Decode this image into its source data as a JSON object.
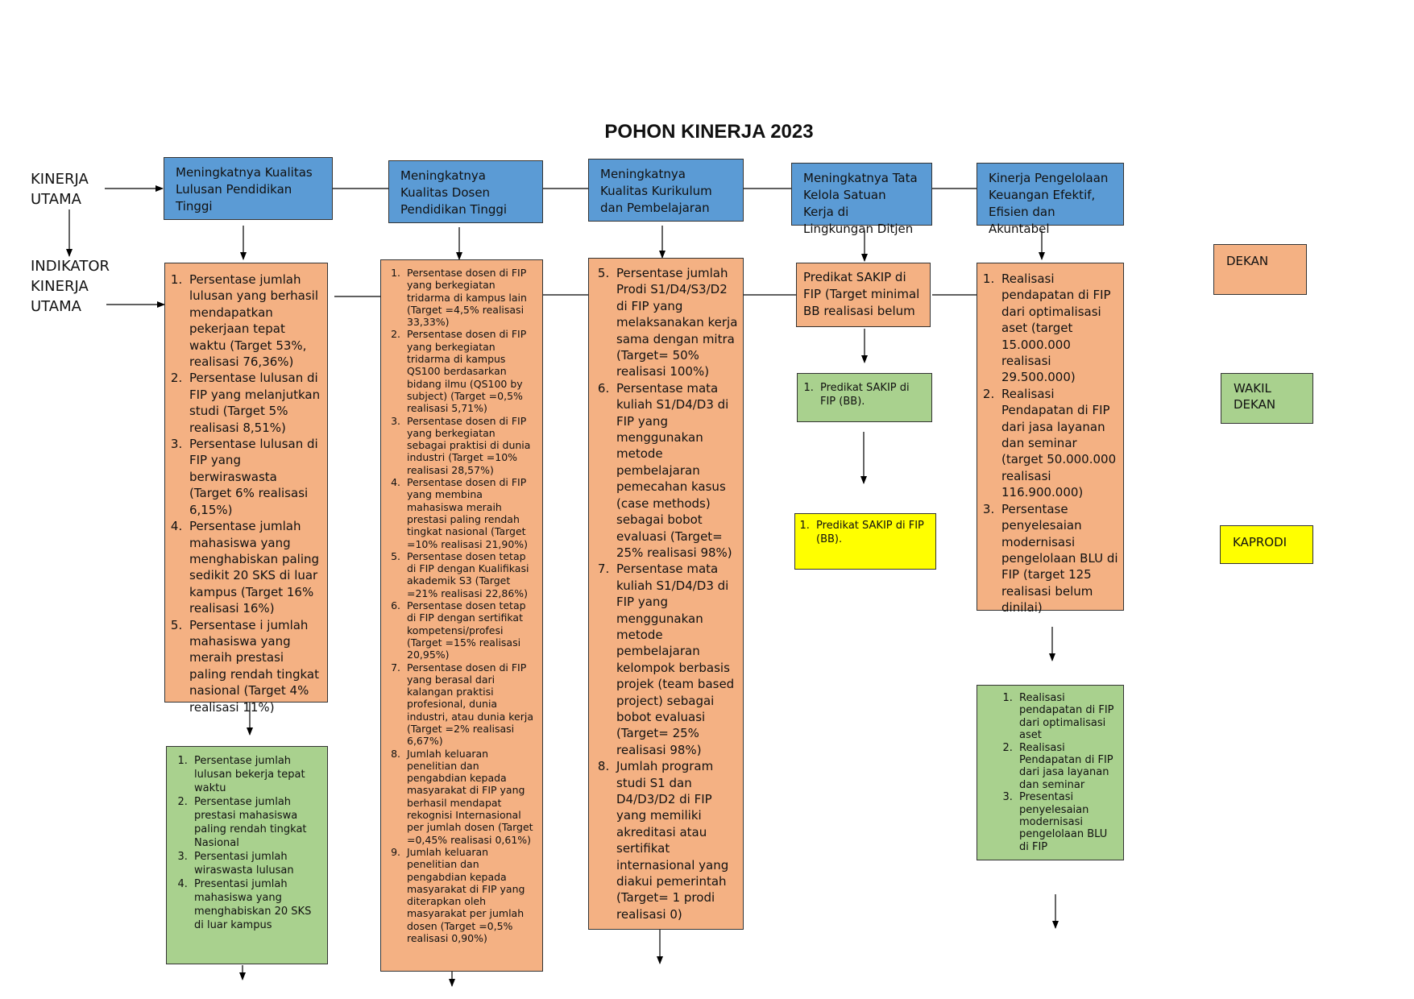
{
  "title": "POHON KINERJA 2023",
  "side_labels": {
    "kinerja_utama": "KINERJA\nUTAMA",
    "indikator_kinerja_utama": "INDIKATOR\nKINERJA\nUTAMA"
  },
  "headers": [
    "Meningkatnya Kualitas Lulusan Pendidikan Tinggi",
    "Meningkatnya Kualitas Dosen Pendidikan Tinggi",
    "Meningkatnya Kualitas Kurikulum dan Pembelajaran",
    "Meningkatnya Tata Kelola Satuan Kerja di Lingkungan Ditjen",
    "Kinerja Pengelolaan Keuangan Efektif, Efisien dan Akuntabel"
  ],
  "iku": {
    "col1": [
      "Persentase jumlah lulusan yang berhasil mendapatkan pekerjaan tepat waktu (Target 53%, realisasi 76,36%)",
      "Persentase lulusan di FIP yang melanjutkan studi (Target 5% realisasi 8,51%)",
      "Persentase lulusan di FIP yang berwiraswasta (Target 6% realisasi 6,15%)",
      "Persentase jumlah mahasiswa yang menghabiskan paling sedikit 20 SKS di luar kampus (Target 16% realisasi 16%)",
      "Persentase i jumlah mahasiswa yang meraih prestasi paling rendah tingkat nasional (Target 4% realisasi 11%)"
    ],
    "col2": [
      "Persentase dosen di FIP yang berkegiatan tridarma di kampus lain (Target =4,5% realisasi 33,33%)",
      "Persentase dosen di FIP yang berkegiatan tridarma di kampus QS100 berdasarkan bidang ilmu (QS100 by subject) (Target =0,5% realisasi 5,71%)",
      "Persentase dosen di FIP yang berkegiatan sebagai praktisi di dunia industri (Target =10% realisasi 28,57%)",
      "Persentase dosen di FIP yang membina mahasiswa meraih prestasi paling rendah tingkat nasional (Target =10% realisasi 21,90%)",
      "Persentase dosen tetap di FIP dengan Kualifikasi akademik S3 (Target =21% realisasi 22,86%)",
      "Persentase dosen tetap di FIP dengan sertifikat kompetensi/profesi (Target =15% realisasi 20,95%)",
      "Persentase dosen di FIP yang berasal dari kalangan praktisi profesional, dunia industri, atau dunia kerja (Target =2% realisasi 6,67%)",
      "Jumlah keluaran penelitian dan pengabdian kepada masyarakat di FIP yang berhasil mendapat rekognisi Internasional per jumlah dosen (Target =0,45% realisasi 0,61%)",
      "Jumlah keluaran penelitian dan pengabdian kepada masyarakat di FIP yang diterapkan oleh masyarakat per jumlah dosen (Target =0,5% realisasi 0,90%)"
    ],
    "col3_start": 5,
    "col3": [
      "Persentase jumlah Prodi S1/D4/S3/D2 di FIP yang melaksanakan kerja sama dengan mitra (Target= 50% realisasi 100%)",
      "Persentase mata kuliah S1/D4/D3 di FIP yang menggunakan metode pembelajaran pemecahan kasus (case methods) sebagai bobot evaluasi (Target= 25% realisasi 98%)",
      "Persentase mata kuliah S1/D4/D3 di FIP yang menggunakan metode pembelajaran kelompok berbasis projek (team based project) sebagai bobot evaluasi (Target= 25% realisasi 98%)",
      "Jumlah program studi S1 dan D4/D3/D2 di FIP yang memiliki akreditasi atau sertifikat internasional yang diakui pemerintah (Target= 1 prodi realisasi 0)"
    ],
    "col4": "Predikat SAKIP di FIP (Target minimal BB realisasi belum",
    "col5": [
      "Realisasi pendapatan di FIP dari optimalisasi aset (target 15.000.000 realisasi 29.500.000)",
      "Realisasi Pendapatan di FIP dari jasa layanan dan seminar (target 50.000.000 realisasi 116.900.000)",
      "Persentase penyelesaian modernisasi pengelolaan BLU di FIP (target 125 realisasi belum dinilai)"
    ]
  },
  "wakil": {
    "col1": [
      "Persentase jumlah lulusan bekerja tepat waktu",
      "Persentase jumlah prestasi mahasiswa paling rendah tingkat Nasional",
      "Persentasi jumlah wiraswasta lulusan",
      "Presentasi jumlah mahasiswa yang menghabiskan 20 SKS di luar kampus"
    ],
    "col4": [
      "Predikat SAKIP di FIP (BB)."
    ],
    "col5": [
      "Realisasi pendapatan di FIP dari optimalisasi aset",
      "Realisasi Pendapatan di FIP dari jasa layanan dan seminar",
      "Presentasi penyelesaian modernisasi pengelolaan BLU di FIP"
    ]
  },
  "kaprodi": {
    "col4": [
      "Predikat SAKIP di FIP (BB)."
    ]
  },
  "legend": {
    "dekan": "DEKAN",
    "wakil_dekan": "WAKIL\nDEKAN",
    "kaprodi": "KAPRODI"
  },
  "colors": {
    "header_blue": "#5b9bd5",
    "dekan_orange": "#f4b183",
    "wakil_green": "#a9d18e",
    "kaprodi_yellow": "#ffff00"
  }
}
